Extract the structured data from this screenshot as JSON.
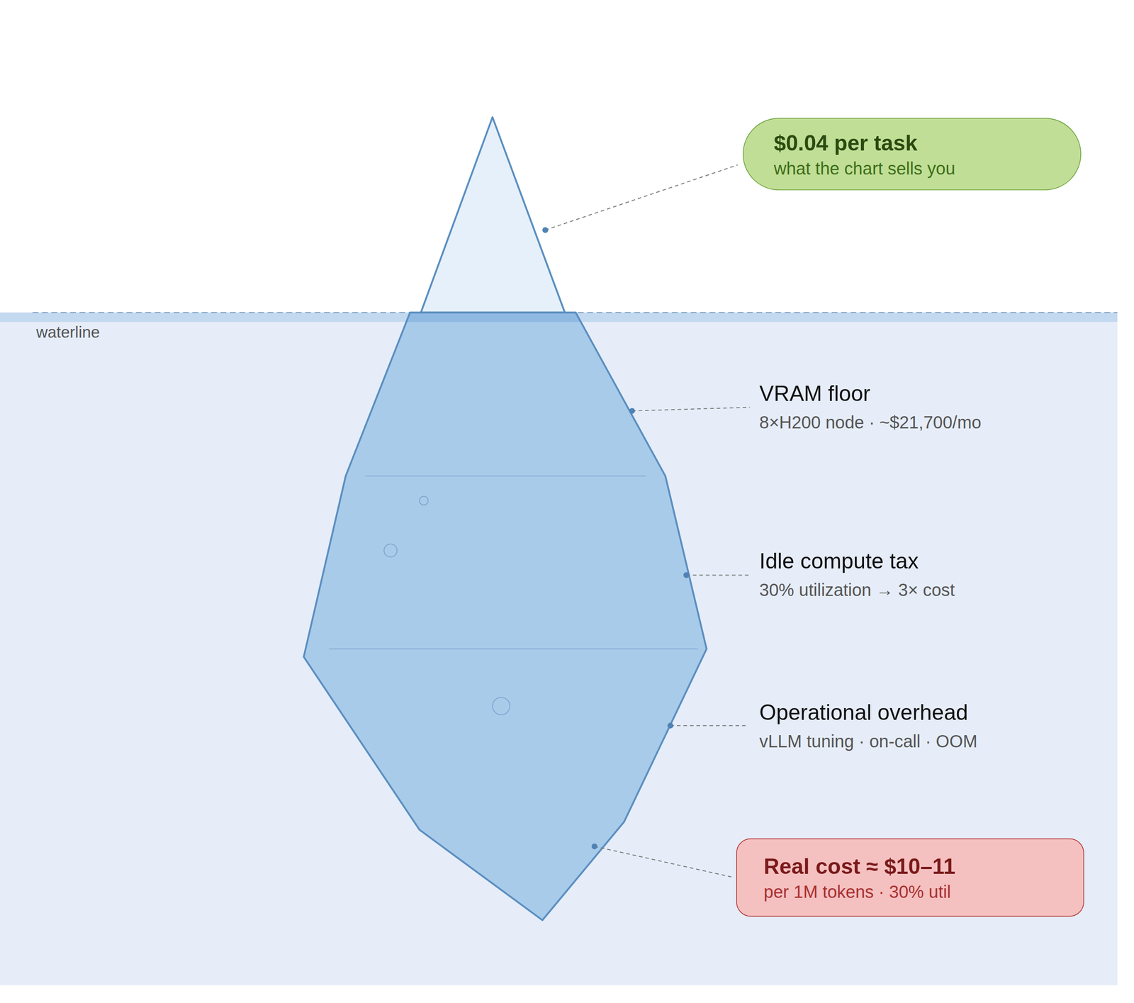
{
  "diagram": {
    "nodes": [
      {
        "text": [
          "$0.04 per task",
          "what the chart sells you"
        ]
      },
      {
        "text": [
          "Real cost ≈ $10–11",
          "per 1M tokens · 30% util"
        ]
      }
    ],
    "labels": [
      "waterline",
      "VRAM floor",
      "8×H200 node · ~$21,700/mo",
      "Idle compute tax",
      "30% utilization → 3× cost",
      "Operational overhead",
      "vLLM tuning · on-call · OOM"
    ]
  }
}
